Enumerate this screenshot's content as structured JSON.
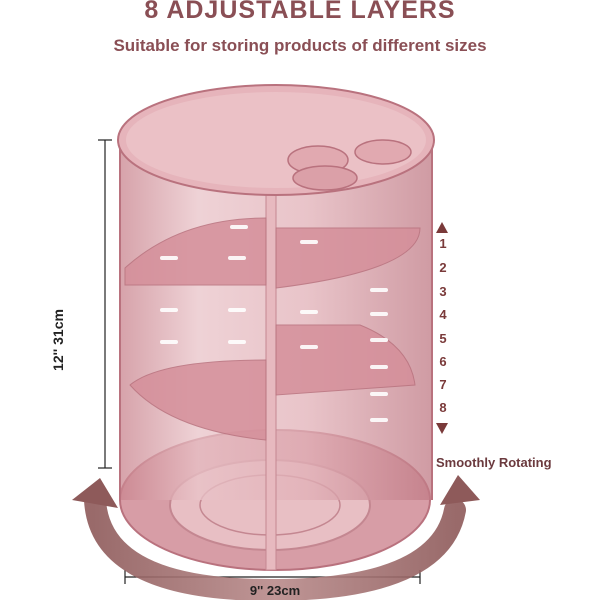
{
  "heading": {
    "title": "8 ADJUSTABLE LAYERS",
    "subtitle": "Suitable for storing products of different sizes"
  },
  "dimensions": {
    "height_label": "12'' 31cm",
    "width_label": "9'' 23cm"
  },
  "layers": [
    "1",
    "2",
    "3",
    "4",
    "5",
    "6",
    "7",
    "8"
  ],
  "rotation_label": "Smoothly Rotating",
  "colors": {
    "text_brand": "#8a4f55",
    "organizer_pink": "#d9a3ab",
    "arrow_brown": "#7a3a3a"
  }
}
